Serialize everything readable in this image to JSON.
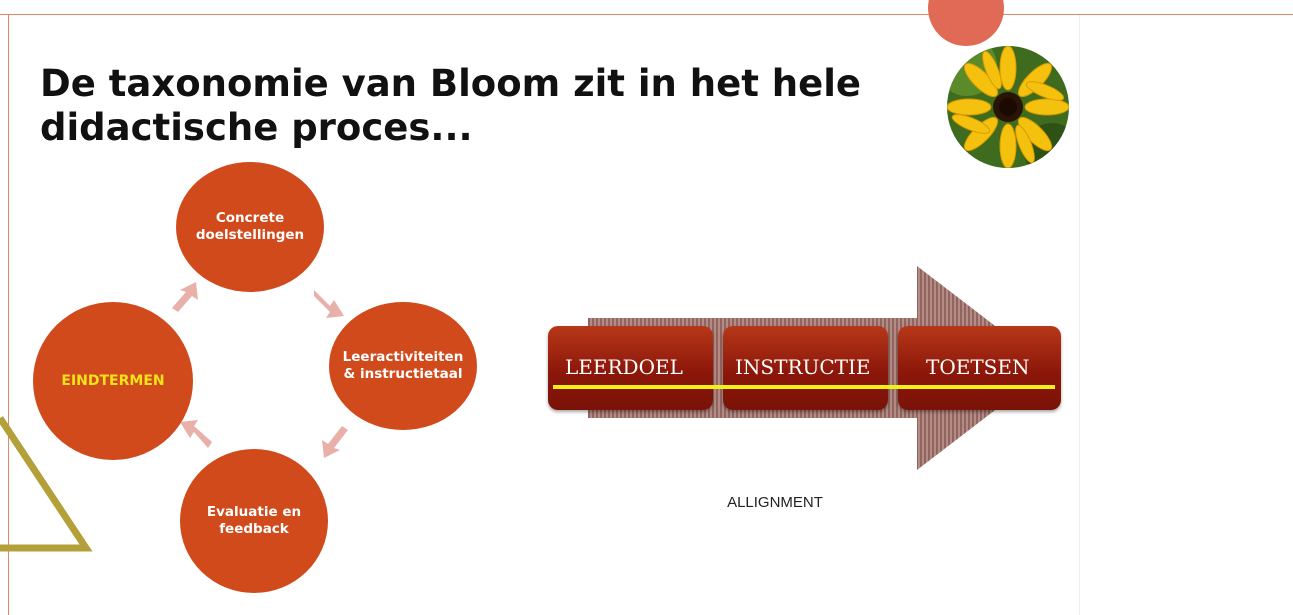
{
  "slide": {
    "title": "De taxonomie van Bloom zit in het hele didactische proces..."
  },
  "cycle": {
    "top_label": "Concrete\ndoelstellingen",
    "right_label": "Leeractiviteiten\n& instructietaal",
    "bottom_label": "Evaluatie en\nfeedback",
    "left_label": "EINDTERMEN"
  },
  "alignment": {
    "stages": [
      "LEERDOEL",
      "INSTRUCTIE",
      "TOETSEN"
    ],
    "caption": "ALLIGNMENT"
  },
  "colors": {
    "circle_fill": "#d04a1c",
    "arrow_fill": "#e8b0a8",
    "highlight_text": "#f4e31a",
    "stage_box": "#8c170a",
    "alignment_line": "#f0f01a",
    "accent_circle": "#e06a55",
    "triangle": "#b3a038",
    "border": "#e3866a"
  },
  "icons": {
    "photo": "sunflower-photo",
    "cycle_arrows": "curved-arrow-icon"
  }
}
